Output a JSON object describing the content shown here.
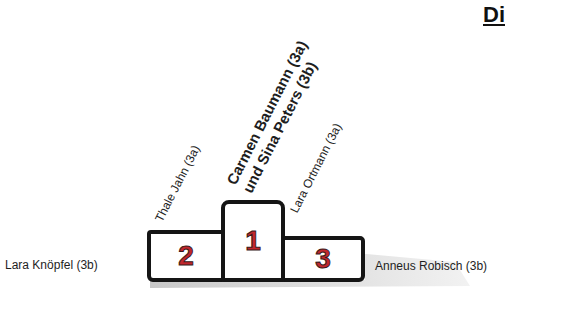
{
  "diagram": {
    "title": "Di",
    "nodes": [
      {
        "text": [
          "2"
        ]
      },
      {
        "text": [
          "1"
        ]
      },
      {
        "text": [
          "3"
        ]
      }
    ],
    "labels": [
      "Thale Jahn (3a)",
      "Carmen Baumann (3a) und Sina Peters (3b)",
      "Lara Ortmann (3a)",
      "Lara Knöpfel (3b)",
      "Anneus Robisch (3b)"
    ]
  }
}
